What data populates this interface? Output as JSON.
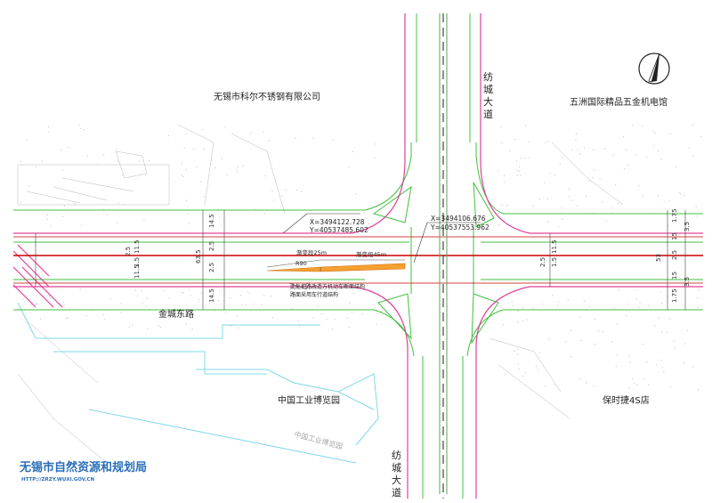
{
  "labels": {
    "company_steel": "无锡市科尔不锈钢有限公司",
    "company_hardware": "五洲国际精品五金机电馆",
    "road_east_west": "金城东路",
    "road_north_south_top": [
      "纺",
      "城",
      "大",
      "道"
    ],
    "road_north_south_bottom": [
      "纺",
      "城",
      "大",
      "道"
    ],
    "park": "中国工业博览园",
    "park_ghost": "中国工业博览园",
    "dealer": "保时捷4S店",
    "footer_bureau": "无锡市自然资源和规划局",
    "footer_url": "HTTP://ZRZY.WUXI.GOV.CN"
  },
  "survey_points": [
    {
      "x": "X=3494122.728",
      "y": "Y=40537485.602"
    },
    {
      "x": "X=3494106.676",
      "y": "Y=40537553.962"
    }
  ],
  "annotations": {
    "turn_left": "渐变段25m",
    "turn_right": "渐变段45m",
    "radius": "R90",
    "note_line1": "此处把路改造方机动车断面结构",
    "note_line2": "路面采用车行道结构"
  },
  "dimensions": {
    "west_total": "63.5",
    "west_stack": [
      "14.5",
      "2.5",
      "2.5",
      "14.5"
    ],
    "west_inner": [
      "11.5",
      "1.5",
      "2.5",
      "11.5"
    ],
    "mid": [
      "2.5",
      "11.5",
      "1.5"
    ],
    "east_total": "53",
    "east_stack": [
      "1.75",
      "15",
      "2.5",
      "15",
      "1.75"
    ],
    "east_inner": [
      "3.5",
      "3.5"
    ]
  },
  "colors": {
    "road_edge": "#e0409a",
    "lane_line": "#40c040",
    "center_line": "#cc0000",
    "boundary": "#7fd8e6",
    "widening": "#f5a030",
    "terrain": "#9a9a9a",
    "footer": "#2a6fb8"
  }
}
